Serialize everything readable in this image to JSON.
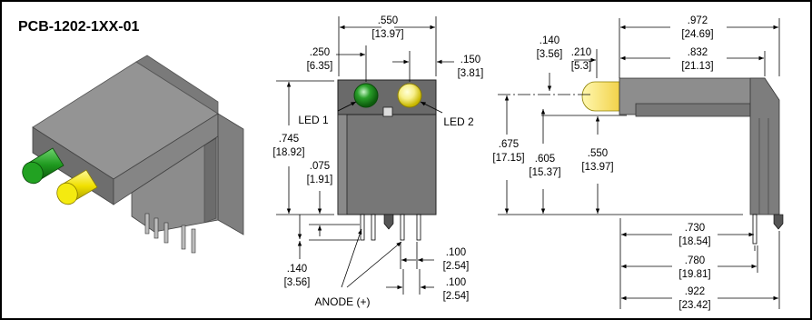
{
  "title": "PCB-1202-1XX-01",
  "colors": {
    "housing_light": "#8f8f8f",
    "housing_mid": "#777777",
    "housing_dark": "#5e5e5e",
    "led_green": "#2aa02a",
    "led_yellow": "#f2e400",
    "led_yellow_side": "#ffee88",
    "border": "#000000"
  },
  "icons": {
    "iso_view": "isometric-led-housing",
    "front_view": "front-view-led-housing",
    "side_view": "side-view-led-housing"
  },
  "front": {
    "width_in": ".550",
    "width_mm": "[13.97]",
    "led1_offset_in": ".250",
    "led1_offset_mm": "[6.35]",
    "led2_offset_in": ".150",
    "led2_offset_mm": "[3.81]",
    "height_in": ".745",
    "height_mm": "[18.92]",
    "standoff_in": ".075",
    "standoff_mm": "[1.91]",
    "pin_length_in": ".140",
    "pin_length_mm": "[3.56]",
    "pitch1_in": ".100",
    "pitch1_mm": "[2.54]",
    "pitch2_in": ".100",
    "pitch2_mm": "[2.54]",
    "led1_label": "LED 1",
    "led2_label": "LED 2",
    "anode_label": "ANODE (+)"
  },
  "side": {
    "lens_in": ".140",
    "lens_mm": "[3.56]",
    "lens2_in": ".210",
    "lens2_mm": "[5.3]",
    "total_in": ".972",
    "total_mm": "[24.69]",
    "body_in": ".832",
    "body_mm": "[21.13]",
    "h1_in": ".675",
    "h1_mm": "[17.15]",
    "h2_in": ".605",
    "h2_mm": "[15.37]",
    "h3_in": ".550",
    "h3_mm": "[13.97]",
    "d1_in": ".730",
    "d1_mm": "[18.54]",
    "d2_in": ".780",
    "d2_mm": "[19.81]",
    "d3_in": ".922",
    "d3_mm": "[23.42]"
  }
}
